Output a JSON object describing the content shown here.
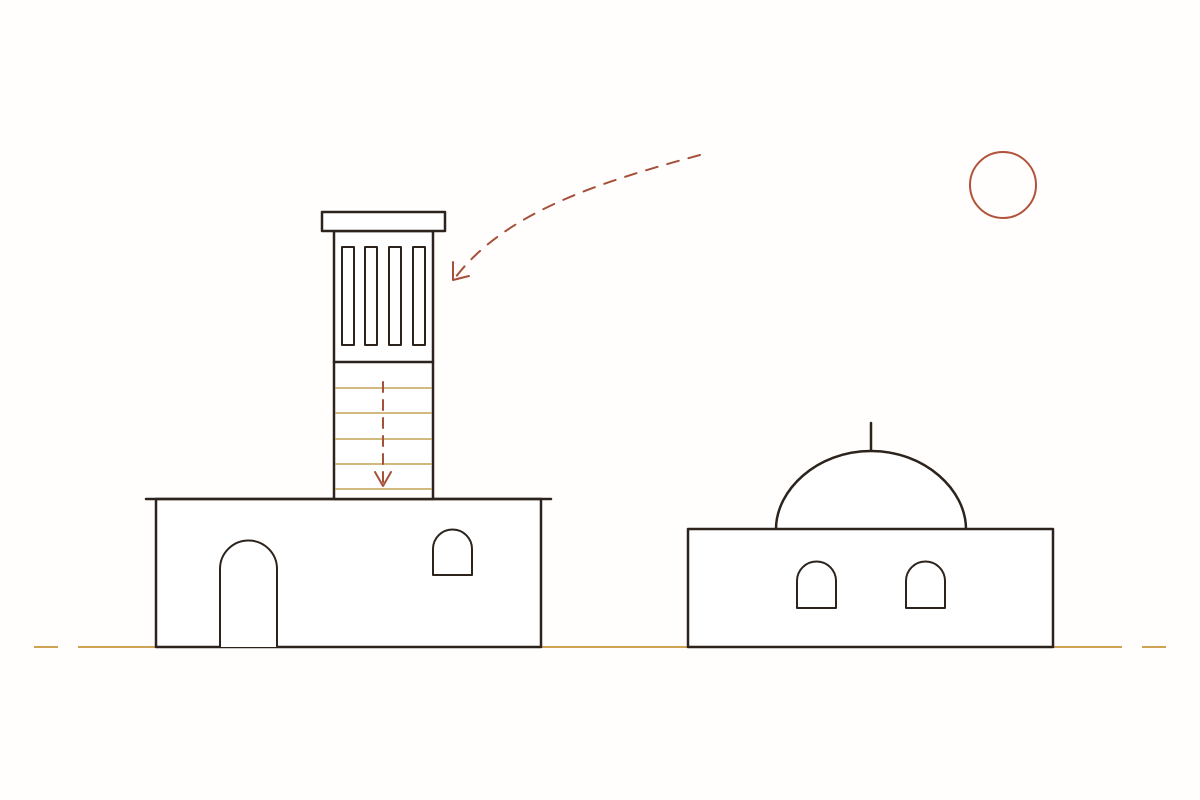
{
  "colors": {
    "ink": "#2b231c",
    "flow": "#a4503a",
    "sun": "#b0533a",
    "ground": "#c8963c",
    "band": "#c4a256",
    "background": "#fffefc"
  },
  "scene": {
    "elements": [
      "sun",
      "wind-flow-arrow",
      "wind-tower",
      "tower-house",
      "domed-building",
      "ground-line"
    ],
    "wind_tower": {
      "vent_slots": 4,
      "shaft_bands": 5
    },
    "tower_house": {
      "openings": [
        "arched-door",
        "arched-window"
      ]
    },
    "domed_building": {
      "openings": [
        "arched-window",
        "arched-window"
      ],
      "roof": "dome-with-finial"
    }
  }
}
